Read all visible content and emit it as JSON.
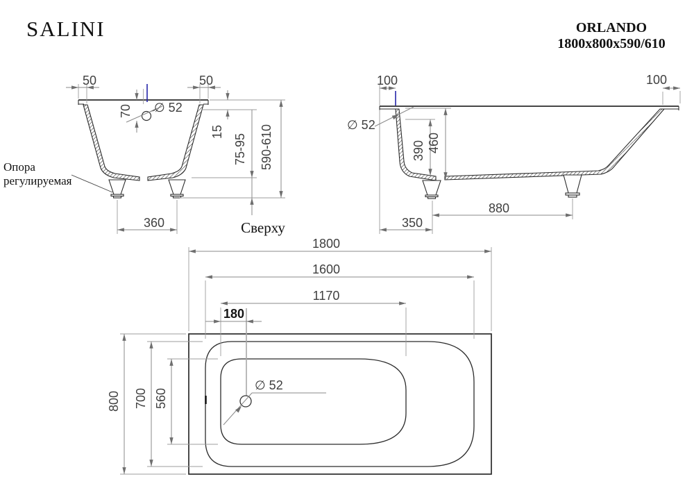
{
  "brand": "SALINI",
  "header": {
    "model": "ORLANDO",
    "size": "1800x800x590/610"
  },
  "annotations": {
    "support_line1": "Опора",
    "support_line2": "регулируемая",
    "top_view_label": "Сверху"
  },
  "section_view": {
    "rim_left": "50",
    "rim_right": "50",
    "drain_depth": "70",
    "drain_diameter": "∅ 52",
    "rim_lip_height": "15",
    "foot_adjust_range": "75-95",
    "total_height_range": "590-610",
    "foot_spacing": "360"
  },
  "side_view": {
    "rim_left": "100",
    "rim_right": "100",
    "drain_diameter": "∅ 52",
    "inner_depth": "390",
    "body_height": "460",
    "foot_spacing": "880",
    "foot_offset": "350"
  },
  "top_view": {
    "length": "1800",
    "inner_length": "1600",
    "bottom_length": "1170",
    "drain_offset": "180",
    "width": "800",
    "inner_width": "700",
    "bottom_width": "560",
    "drain_diameter": "∅ 52"
  },
  "colors": {
    "object_line": "#2b2b2b",
    "dimension_line": "#8a8a8a",
    "dimension_text": "#3f3f3f",
    "accent_blue": "#2424a8"
  }
}
